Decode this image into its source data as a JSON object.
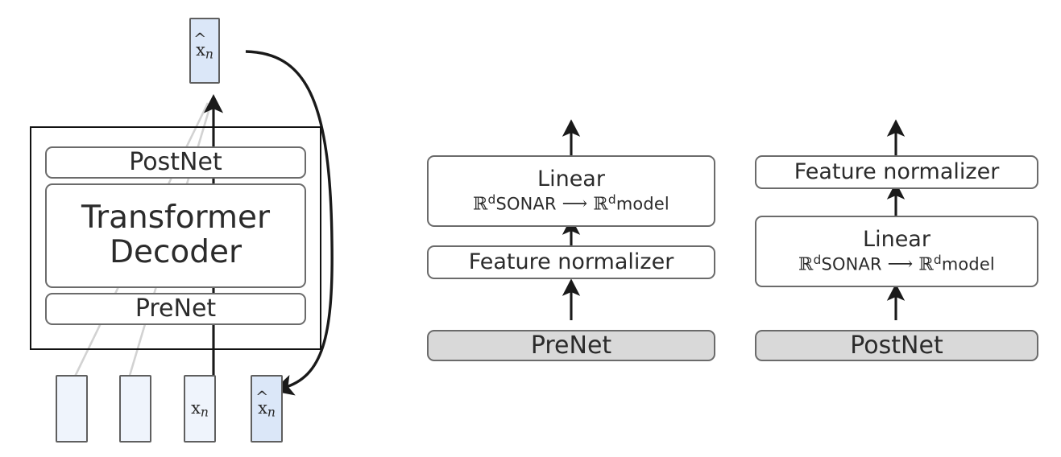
{
  "figure": {
    "title": "SONAR speech decoder architecture with PreNet and PostNet detail",
    "colors": {
      "token_light": "#eff4fc",
      "token_dark": "#dbe7f8",
      "block_border": "#6b6b6b",
      "outer_border": "#111111",
      "gray_fill": "#d9d9d9",
      "arrow": "#1a1a1a",
      "ghost_line": "#d0d0d0"
    }
  },
  "left_panel": {
    "name": "decoder-overview",
    "output_token": {
      "label": "x̂ₙ",
      "base": "x",
      "sub": "n",
      "hat": true
    },
    "frame_label": "decoder-frame",
    "blocks": [
      {
        "id": "postnet",
        "label": "PostNet"
      },
      {
        "id": "transformer-decoder",
        "label_line1": "Transformer",
        "label_line2": "Decoder"
      },
      {
        "id": "prenet",
        "label": "PreNet"
      }
    ],
    "input_tokens": [
      {
        "id": "token-1",
        "label": "",
        "shade": "light"
      },
      {
        "id": "token-2",
        "label": "",
        "shade": "light"
      },
      {
        "id": "token-3",
        "label": "xₙ",
        "base": "x",
        "sub": "n",
        "hat": false,
        "shade": "light"
      },
      {
        "id": "token-4",
        "label": "x̂ₙ",
        "base": "x",
        "sub": "n",
        "hat": true,
        "shade": "dark"
      }
    ],
    "feedback_arrow": {
      "name": "autoregressive-feedback-arrow",
      "from": "output-token",
      "to": "input-token-4"
    }
  },
  "middle_panel": {
    "name": "prenet-detail",
    "blocks": [
      {
        "id": "linear",
        "title": "Linear",
        "math": {
          "left_field": "R",
          "left_sup": "d",
          "left_sub": "SONAR",
          "arrow": "→",
          "right_field": "R",
          "right_sup": "d",
          "right_sub": "model",
          "text": "ℝ^d_SONAR → ℝ^d_model"
        }
      },
      {
        "id": "feature-normalizer",
        "title": "Feature normalizer"
      }
    ],
    "group_label": "PreNet"
  },
  "right_panel": {
    "name": "postnet-detail",
    "blocks": [
      {
        "id": "feature-normalizer",
        "title": "Feature normalizer"
      },
      {
        "id": "linear",
        "title": "Linear",
        "math": {
          "left_field": "R",
          "left_sup": "d",
          "left_sub": "SONAR",
          "arrow": "→",
          "right_field": "R",
          "right_sup": "d",
          "right_sub": "model",
          "text": "ℝ^d_SONAR → ℝ^d_model"
        }
      }
    ],
    "group_label": "PostNet"
  }
}
